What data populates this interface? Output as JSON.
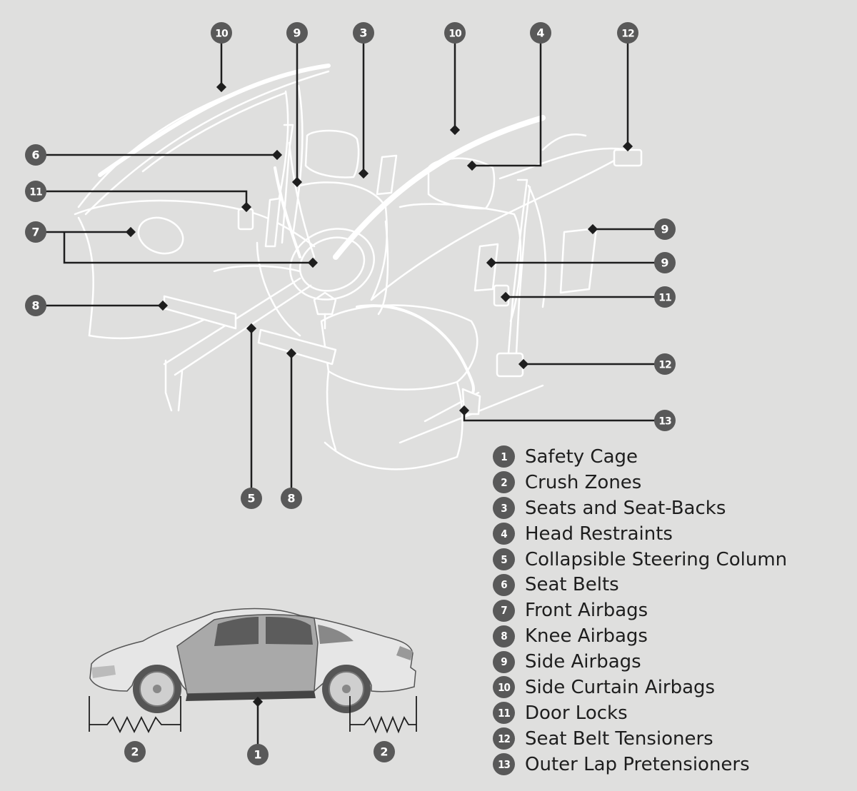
{
  "colors": {
    "background": "#dfdfde",
    "callout_fill": "#595959",
    "callout_text": "#ffffff",
    "line": "#1e1e1e",
    "drawing_stroke": "#ffffff",
    "door_panel": "#a9a9a9"
  },
  "callouts": [
    {
      "num": "10"
    },
    {
      "num": "9"
    },
    {
      "num": "3"
    },
    {
      "num": "10"
    },
    {
      "num": "4"
    },
    {
      "num": "12"
    },
    {
      "num": "6"
    },
    {
      "num": "11"
    },
    {
      "num": "7"
    },
    {
      "num": "8"
    },
    {
      "num": "9"
    },
    {
      "num": "9"
    },
    {
      "num": "11"
    },
    {
      "num": "12"
    },
    {
      "num": "13"
    },
    {
      "num": "5"
    },
    {
      "num": "8"
    },
    {
      "num": "2"
    },
    {
      "num": "1"
    },
    {
      "num": "2"
    }
  ],
  "legend": [
    {
      "num": "1",
      "label": "Safety Cage"
    },
    {
      "num": "2",
      "label": "Crush Zones"
    },
    {
      "num": "3",
      "label": "Seats and Seat-Backs"
    },
    {
      "num": "4",
      "label": "Head Restraints"
    },
    {
      "num": "5",
      "label": "Collapsible Steering Column"
    },
    {
      "num": "6",
      "label": "Seat Belts"
    },
    {
      "num": "7",
      "label": "Front Airbags"
    },
    {
      "num": "8",
      "label": "Knee Airbags"
    },
    {
      "num": "9",
      "label": "Side Airbags"
    },
    {
      "num": "10",
      "label": "Side Curtain Airbags"
    },
    {
      "num": "11",
      "label": "Door Locks"
    },
    {
      "num": "12",
      "label": "Seat Belt Tensioners"
    },
    {
      "num": "13",
      "label": "Outer Lap Pretensioners"
    }
  ]
}
